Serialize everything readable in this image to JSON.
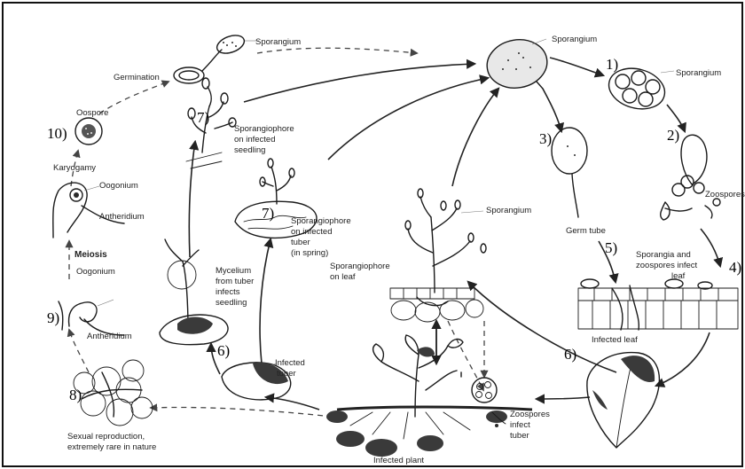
{
  "labels": {
    "sporangium_top_left": "Sporangium",
    "germination": "Germination",
    "oospore": "Oospore",
    "karyogamy": "Karyogamy",
    "oogonium_upper": "Oogonium",
    "antheridium_upper": "Antheridium",
    "meiosis": "Meiosis",
    "oogonium_lower": "Oogonium",
    "antheridium_lower": "Antheridium",
    "sexual_reproduction_1": "Sexual reproduction,",
    "sexual_reproduction_2": "extremely rare in nature",
    "sporangiophore_seedling_1": "Sporangiophore",
    "sporangiophore_seedling_2": "on infected",
    "sporangiophore_seedling_3": "seedling",
    "sporangiophore_tuber_1": "Sporangiophore",
    "sporangiophore_tuber_2": "on infected",
    "sporangiophore_tuber_3": "tuber",
    "sporangiophore_tuber_4": "(in spring)",
    "mycelium_1": "Mycelium",
    "mycelium_2": "from tuber",
    "mycelium_3": "infects",
    "mycelium_4": "seedling",
    "infected_tuber_1": "Infected",
    "infected_tuber_2": "tuber",
    "sporangium_center": "Sporangium",
    "sporangiophore_leaf_1": "Sporangiophore",
    "sporangiophore_leaf_2": "on leaf",
    "infected_plant": "Infected plant",
    "zoospores_tuber_1": "Zoospores",
    "zoospores_tuber_2": "infect",
    "zoospores_tuber_3": "tuber",
    "sporangium_top_center": "Sporangium",
    "sporangium_top_right": "Sporangium",
    "germ_tube": "Germ tube",
    "zoospores_right": "Zoospores",
    "infect_leaf_1": "Sporangia and",
    "infect_leaf_2": "zoospores infect",
    "infect_leaf_3": "leaf",
    "infected_leaf": "Infected leaf"
  },
  "step_numbers": {
    "n1": "1)",
    "n2": "2)",
    "n3": "3)",
    "n4": "4)",
    "n5": "5)",
    "n6_left": "6)",
    "n6_right": "6)",
    "n7_top": "7)",
    "n7_mid": "7)",
    "n8": "8)",
    "n9": "9)",
    "n10": "10)"
  }
}
